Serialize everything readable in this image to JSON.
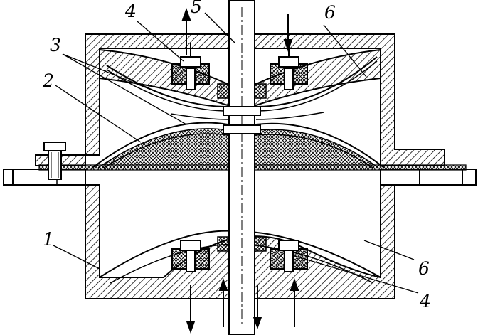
{
  "figure": {
    "labels": {
      "one": "1",
      "two": "2",
      "three": "3",
      "four_top": "4",
      "four_bottom": "4",
      "five": "5",
      "six_top": "6",
      "six_bottom": "6"
    },
    "colors": {
      "ink": "#000000",
      "paper": "#ffffff"
    }
  }
}
